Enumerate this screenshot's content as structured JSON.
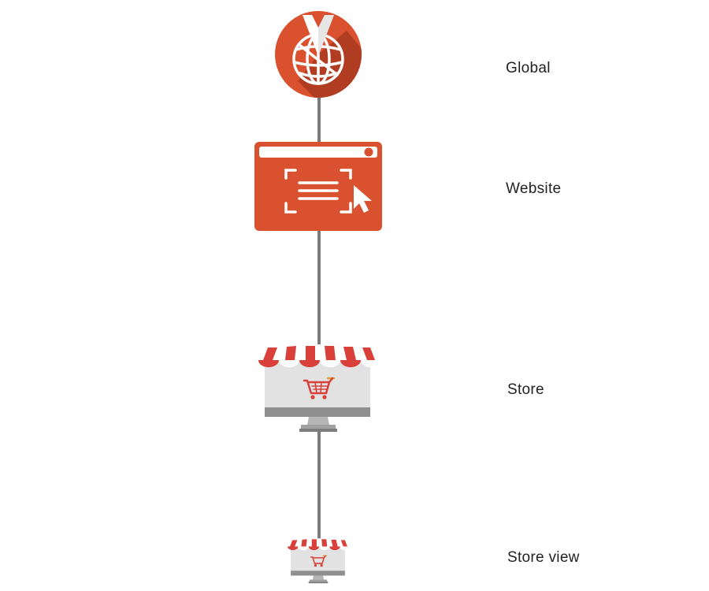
{
  "hierarchy": {
    "levels": [
      {
        "key": "global",
        "label": "Global",
        "icon": "globe-compass-icon"
      },
      {
        "key": "website",
        "label": "Website",
        "icon": "browser-window-icon"
      },
      {
        "key": "store",
        "label": "Store",
        "icon": "storefront-monitor-icon"
      },
      {
        "key": "store_view",
        "label": "Store view",
        "icon": "small-storefront-monitor-icon"
      }
    ]
  },
  "colors": {
    "accent": "#d9512f",
    "accent_dark": "#a8381f",
    "connector": "#7b7b7b",
    "awning_red": "#d9403a",
    "screen_grey": "#e2e2e2",
    "bezel_grey": "#9a9a9a",
    "cart_orange": "#e8a13a"
  }
}
